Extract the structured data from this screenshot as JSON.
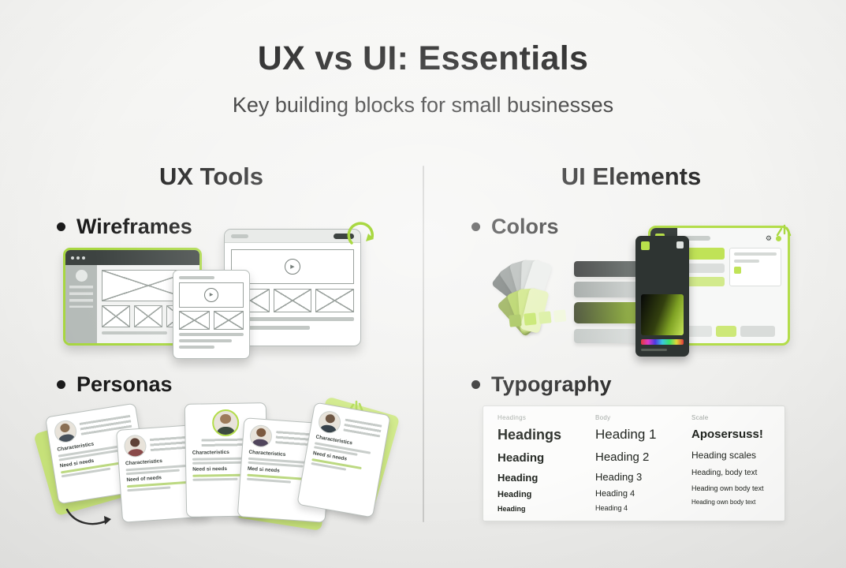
{
  "page": {
    "title": "UX vs UI: Essentials",
    "subtitle": "Key building blocks for small businesses"
  },
  "columns": {
    "left": {
      "heading": "UX Tools",
      "items": [
        {
          "label": "Wireframes"
        },
        {
          "label": "Personas"
        }
      ]
    },
    "right": {
      "heading": "UI Elements",
      "items": [
        {
          "label": "Colors"
        },
        {
          "label": "Typography"
        }
      ]
    }
  },
  "personas": {
    "cards": [
      {
        "label": "Characteristics",
        "sublabel": "Need si needs"
      },
      {
        "label": "Characteristics",
        "sublabel": "Need of needs"
      },
      {
        "label": "Characteristics",
        "sublabel": "Need si needs"
      },
      {
        "label": "Characteristics",
        "sublabel": "Med si needs"
      },
      {
        "label": "Characteristics",
        "sublabel": "Need si needs"
      }
    ]
  },
  "typography_panel": {
    "columns": [
      {
        "label": "Headings",
        "samples": [
          "Headings",
          "Heading",
          "Heading",
          "Heading",
          "Heading"
        ]
      },
      {
        "label": "Body",
        "samples": [
          "Heading 1",
          "Heading 2",
          "Heading 3",
          "Heading 4",
          "Heading 4"
        ]
      },
      {
        "label": "Scale",
        "samples": [
          "Aposersuss!",
          "Heading scales",
          "Heading, body text",
          "Heading own body text",
          "Heading own body text"
        ]
      }
    ]
  },
  "icons": {
    "play": "▶",
    "gear": "⚙"
  },
  "theme": {
    "accent_lime": "#b3dd4a",
    "dark_slate": "#3d4341",
    "text_dark": "#262626",
    "muted_gray": "#9aa19d",
    "background": "#f2f2f0"
  }
}
